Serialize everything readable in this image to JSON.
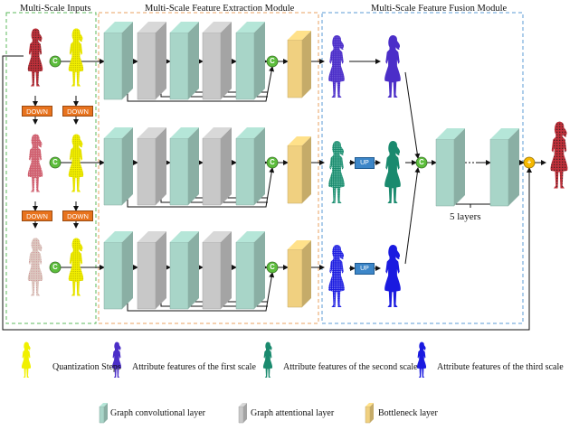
{
  "modules": {
    "inputs_title": "Multi-Scale Inputs",
    "extraction_title": "Multi-Scale Feature Extraction Module",
    "fusion_title": "Multi-Scale Feature Fusion Module"
  },
  "ops": {
    "down": "DOWN",
    "up": "UP",
    "concat": "C",
    "add": "+"
  },
  "fusion": {
    "layers_label": "5 layers"
  },
  "legend": {
    "quantization": "Quantization Steps",
    "first_scale": "Attribute features of the first scale",
    "second_scale": "Attribute features of the second scale",
    "third_scale": "Attribute features of the third scale",
    "gcn": "Graph convolutional layer",
    "gat": "Graph attentional layer",
    "bottleneck": "Bottleneck layer"
  },
  "colors": {
    "inputs_border": "#5cb85c",
    "extraction_border": "#e8a060",
    "fusion_border": "#5b9bd5",
    "gcn": "#a8d5c8",
    "gat": "#c8c8c8",
    "bottleneck": "#f0d080",
    "first_scale": "#4b2ec8",
    "second_scale": "#1a8a6e",
    "third_scale": "#1a1ae0",
    "quantization": "#f0f000",
    "concat": "#5cbd3c",
    "add": "#f5b800",
    "down": "#e8731e",
    "up": "#3c86c8"
  }
}
